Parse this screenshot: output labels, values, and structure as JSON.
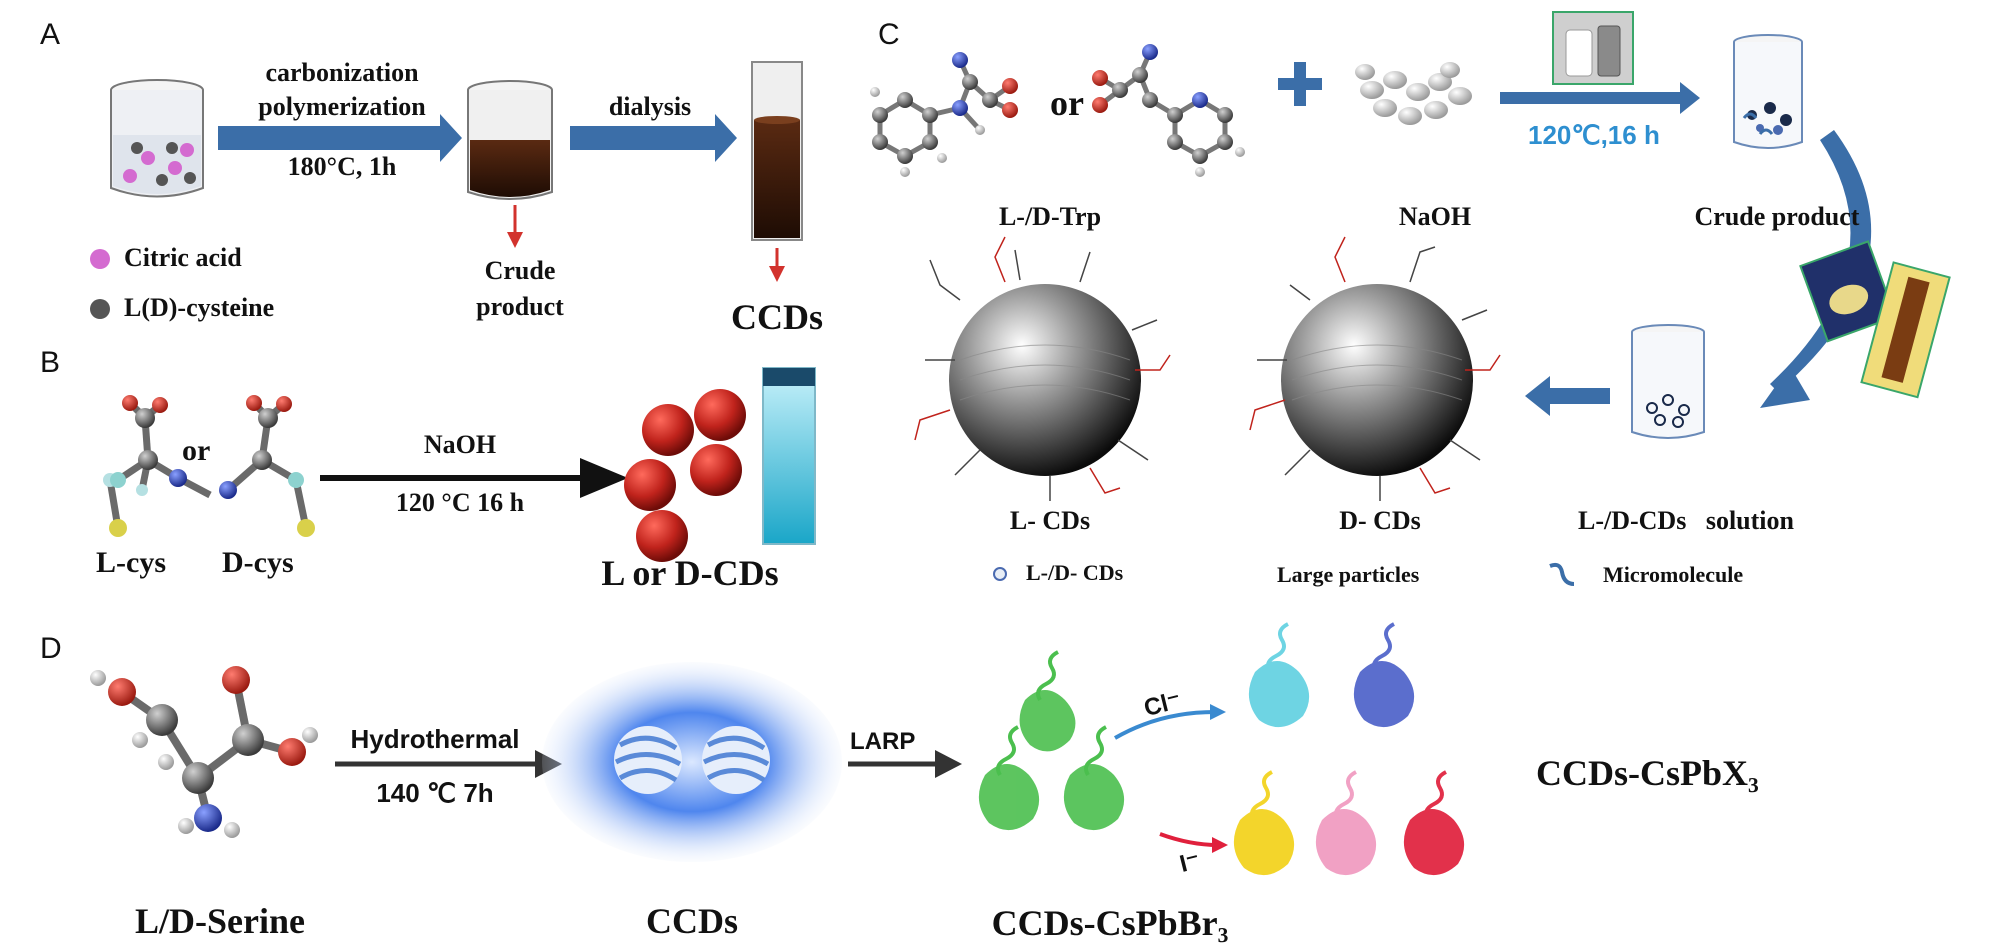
{
  "panels": {
    "a": {
      "letter": "A",
      "step1_line1": "carbonization",
      "step1_line2": "polymerization",
      "step1_cond": "180°C, 1h",
      "step2": "dialysis",
      "crude_line1": "Crude",
      "crude_line2": "product",
      "product": "CCDs",
      "legend": [
        "Citric acid",
        "L(D)-cysteine"
      ],
      "colors": {
        "arrow": "#3b6ea8",
        "red_arrow": "#d2322d",
        "citric": "#d46bd0",
        "cysteine": "#555555",
        "crude": "#3a1a0c"
      }
    },
    "b": {
      "letter": "B",
      "or": "or",
      "reagent": "NaOH",
      "cond": "120 °C  16 h",
      "left_label": "L-cys",
      "right_label": "D-cys",
      "product": "L or D-CDs",
      "colors": {
        "dots": "#c0231c",
        "cuvette": "#3bc3e0"
      }
    },
    "c": {
      "letter": "C",
      "or": "or",
      "cond": "120℃,16 h",
      "trp": "L-/D-Trp",
      "naoh": "NaOH",
      "crude": "Crude product",
      "lcds": "L- CDs",
      "dcds": "D- CDs",
      "solution": "L-/D-CDs   solution",
      "legend": [
        "L-/D- CDs",
        "Large particles",
        "Micromolecule"
      ],
      "colors": {
        "arrow": "#3b6ea8",
        "plus": "#3b6ea8",
        "cond_text": "#2e8fd0",
        "red_groups": "#c0231c"
      }
    },
    "d": {
      "letter": "D",
      "step1": "Hydrothermal",
      "step1_cond": "140 ℃ 7h",
      "step2": "LARP",
      "cl": "Cl⁻",
      "i": "I⁻",
      "serine": "L/D-Serine",
      "ccds": "CCDs",
      "bromide": "CCDs-CsPbBr₃",
      "halide": "CCDs-CsPbX₃",
      "colors": {
        "glow": "#2f6fe0",
        "green": "#4bbf4e",
        "cyan": "#5fd0e0",
        "blue": "#4a5fc8",
        "yellow": "#f2d21a",
        "pink": "#f09ac0",
        "red": "#e0203c"
      }
    }
  }
}
